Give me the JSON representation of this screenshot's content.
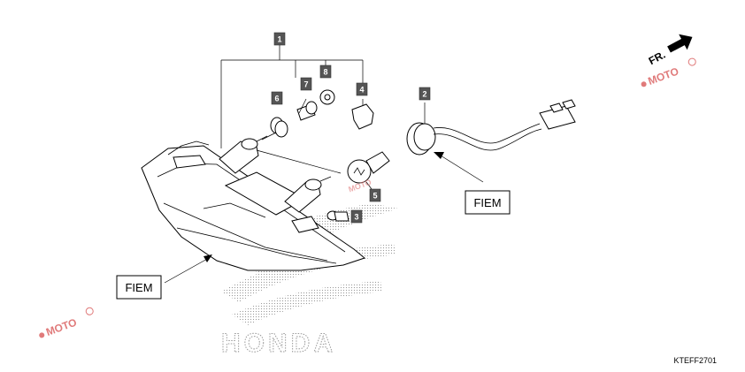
{
  "diagram": {
    "callouts": [
      {
        "id": "1",
        "label": "1"
      },
      {
        "id": "2",
        "label": "2"
      },
      {
        "id": "3",
        "label": "3"
      },
      {
        "id": "4",
        "label": "4"
      },
      {
        "id": "5",
        "label": "5"
      },
      {
        "id": "6",
        "label": "6"
      },
      {
        "id": "7",
        "label": "7"
      },
      {
        "id": "8",
        "label": "8"
      }
    ],
    "supplier_labels": [
      "FIEM",
      "FIEM"
    ],
    "front_indicator": "FR.",
    "drawing_code": "KTEFF2701",
    "brand_watermark": "HONDA",
    "site_watermark": "MOTO",
    "colors": {
      "callout_box": "#555555",
      "watermark": "#e07a7a",
      "logo_dots": "#9a9a9a"
    }
  }
}
